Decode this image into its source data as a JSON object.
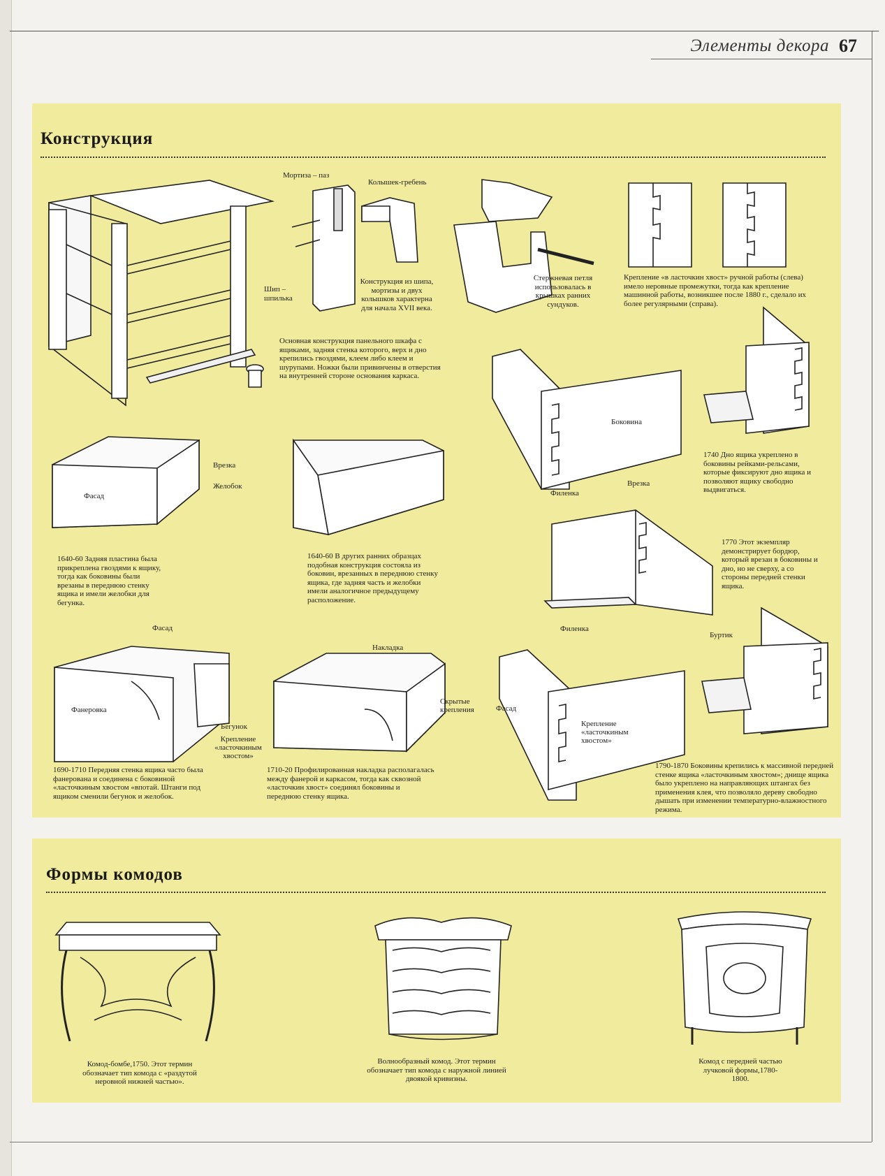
{
  "header": {
    "title": "Элементы декора",
    "page_number": "67"
  },
  "colors": {
    "panel": "#f1eb9e",
    "paper": "#f3f2ee",
    "ink": "#222222"
  },
  "construction": {
    "heading": "Конструкция",
    "labels": {
      "mortise": "Мортиза – паз",
      "peg_comb": "Колышек-гребень",
      "tenon": "Шип –",
      "tenon2": "шпилька",
      "side": "Боковина",
      "groove1": "Врезка",
      "channel": "Желобок",
      "facade1": "Фасад",
      "panel_top": "Филенка",
      "groove2": "Врезка",
      "panel_bottom": "Филенка",
      "facade2": "Фасад",
      "veneer": "Фанеровка",
      "runner": "Бегунок",
      "dovetail_fix": "Крепление «ласточкиным хвостом»",
      "overlay": "Накладка",
      "hidden_fix": "Скрытые крепления",
      "facade3": "Фасад",
      "dovetail_fix2": "Крепление «ласточкиным хвостом»",
      "bead": "Буртик"
    },
    "captions": {
      "carcass": "Основная конструкция панельного шкафа с ящиками, задняя стенка которого, верх и дно крепились гвоздями, клеем либо клеем и шурупами. Ножки были привинчены в отверстия на внутренней стороне основания каркаса.",
      "mortise_tenon": "Конструкция из шипа, мортизы и двух колышков характерна для начала XVII века.",
      "hinge": "Стержневая петля использовалась в крышках ранних сундуков.",
      "dovetail_hand": "Крепление «в ласточкин хвост» ручной работы (слева) имело неровные промежутки, тогда как крепление машинной работы, возникшее после 1880 г., сделало их более регулярными (справа).",
      "drawer_1640a": "1640-60 Задняя пластина была прикреплена гвоздями к ящику, тогда как боковины были врезаны в переднюю стенку ящика и имели желобки для бегунка.",
      "drawer_1640b": "1640-60 В других ранних образцах подобная конструкция состояла из боковин, врезанных в переднюю стенку ящика, где задняя часть и желобки имели аналогичное предыдущему расположение.",
      "drawer_1740": "1740 Дно ящика укреплено в боковины рейками-рельсами, которые фиксируют дно ящика и позволяют ящику свободно выдвигаться.",
      "drawer_1770": "1770 Этот экземпляр демонстрирует бордюр, который врезан в боковины и дно, но не сверху, а со стороны передней стенки ящика.",
      "drawer_1690": "1690-1710 Передняя стенка ящика часто была фанерована и соединена с боковиной «ласточкиным хвостом «впотай. Штанги под ящиком сменили бегунок и желобок.",
      "drawer_1710": "1710-20 Профилированная накладка располагалась между фанерой и каркасом, тогда как сквозной «ласточкин хвост» соединял боковины и переднюю стенку ящика.",
      "drawer_1790": "1790-1870 Боковины крепились к массивной передней стенке ящика «ласточкиным хвостом»; днище ящика было укреплено на направляющих штангах без применения клея, что позволяло дереву свободно дышать при изменении температурно-влажностного режима."
    }
  },
  "forms": {
    "heading": "Формы комодов",
    "items": [
      {
        "caption": "Комод-бомбе,1750. Этот термин обозначает тип комода с «раздутой неровной нижней частью»."
      },
      {
        "caption": "Волнообразный комод. Этот термин обозначает тип комода с наружной линией двоякой кривизны."
      },
      {
        "caption": "Комод с передней частью лучковой формы,1780-1800."
      }
    ]
  }
}
